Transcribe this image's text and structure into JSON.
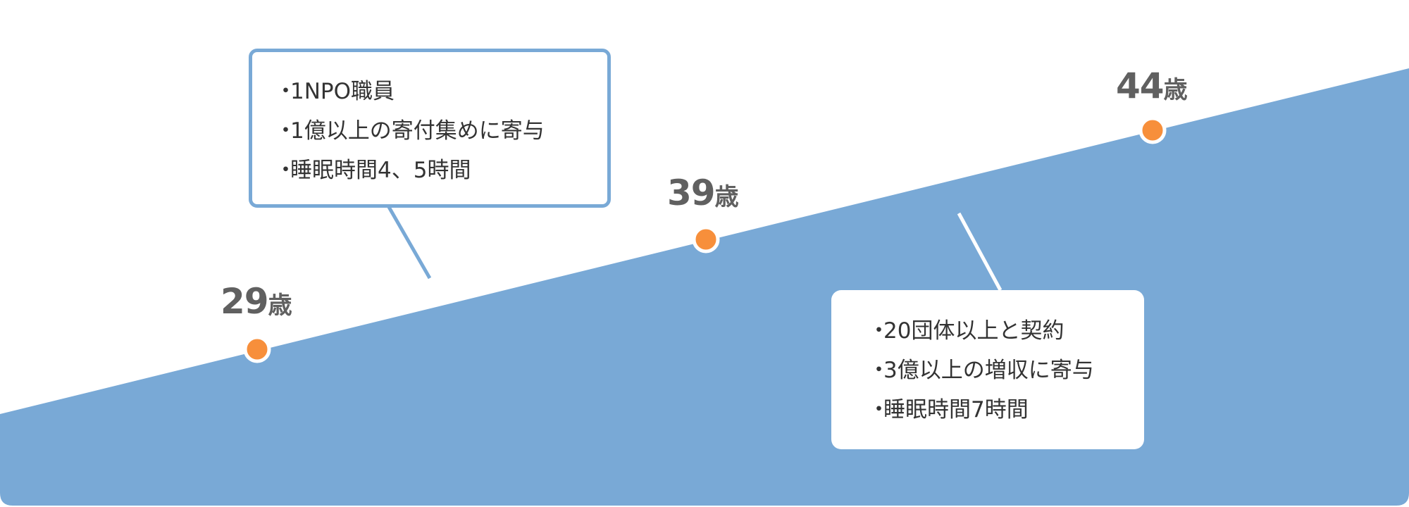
{
  "colors": {
    "area": "#79a9d6",
    "dot": "#f78f3b",
    "box_border": "#79a9d6",
    "text": "#333333",
    "age_text": "#606060"
  },
  "milestones": [
    {
      "num": "29",
      "unit": "歳"
    },
    {
      "num": "39",
      "unit": "歳"
    },
    {
      "num": "44",
      "unit": "歳"
    }
  ],
  "callouts": [
    {
      "bullet": "・",
      "items": [
        "1NPO職員",
        "1億以上の寄付集めに寄与",
        "睡眠時間4、5時間"
      ]
    },
    {
      "bullet": "・",
      "items": [
        "20団体以上と契約",
        "3億以上の増収に寄与",
        "睡眠時間7時間"
      ]
    }
  ]
}
